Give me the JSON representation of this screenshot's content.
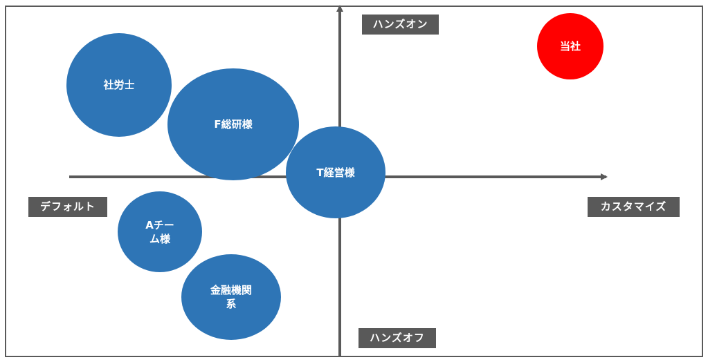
{
  "axis_labels": {
    "top": "ハンズオン",
    "bottom": "ハンズオフ",
    "left": "デフォルト",
    "right": "カスタマイズ"
  },
  "colors": {
    "axis": "#595959",
    "bubble": "#2e75b6",
    "highlight": "#ff0000",
    "label_bg": "#595959"
  },
  "bubbles": [
    {
      "label": "社労士"
    },
    {
      "label": "F総研様"
    },
    {
      "label": "T経営様"
    },
    {
      "label": "Aチー\nム様"
    },
    {
      "label": "金融機関\n系"
    },
    {
      "label": "当社"
    }
  ]
}
